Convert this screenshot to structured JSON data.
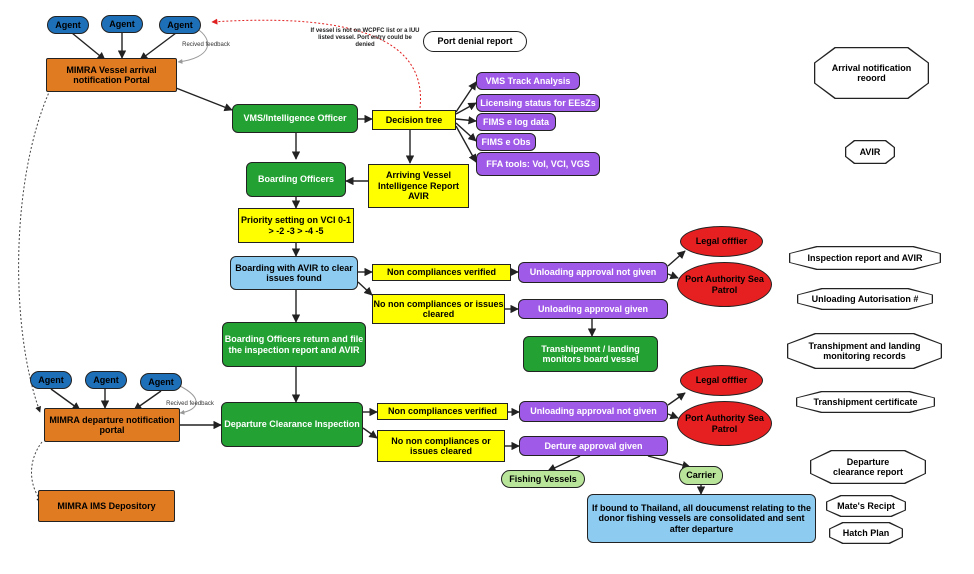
{
  "nodes": {
    "agent_a1": "Agent",
    "agent_a2": "Agent",
    "agent_a3": "Agent",
    "arrival_portal": "MIMRA Vessel arrival notification Portal",
    "received_feedback_1": "Recived feedback",
    "wcpfc_note": "If vessel is not on WCPFC list or a IUU listed vessel. Port entry could be denied",
    "port_denial": "Port denial report",
    "vms_officer": "VMS/Intelligence Officer",
    "decision_tree": "Decision tree",
    "vms_track": "VMS Track Analysis",
    "licensing": "Licensing status for EEsZs",
    "fims_log": "FIMS e log data",
    "fims_obs": "FIMS e Obs",
    "ffa_tools": "FFA tools: VoI, VCI, VGS",
    "boarding_officers": "Boarding Officers",
    "arriving_report": "Arriving Vessel Intelligence Report AVIR",
    "priority": "Priority setting on VCI 0-1 > -2 -3 > -4 -5",
    "boarding_avir": "Boarding with AVIR to clear issues found",
    "noncomp_verified_1": "Non compliances verified",
    "unloading_not_given_1": "Unloading approval not given",
    "legal_officer_1": "Legal offfier",
    "port_authority_1": "Port Authority Sea Patrol",
    "no_noncomp_1": "No non compliances or issues cleared",
    "unloading_given": "Unloading approval given",
    "transhipment_monitors": "Transhipemnt / landing monitors board vessel",
    "boarding_return": "Boarding Officers return and file the inspection report and AVIR",
    "agent_b1": "Agent",
    "agent_b2": "Agent",
    "agent_b3": "Agent",
    "received_feedback_2": "Recived feedback",
    "departure_portal": "MIMRA departure notification portal",
    "departure_clearance": "Departure Clearance Inspection",
    "noncomp_verified_2": "Non compliances verified",
    "unloading_not_given_2": "Unloading approval not given",
    "legal_officer_2": "Legal offfier",
    "port_authority_2": "Port Authority Sea Patrol",
    "no_noncomp_2": "No non compliances or issues cleared",
    "derture_given": "Derture approval given",
    "fishing_vessels": "Fishing Vessels",
    "carrier": "Carrier",
    "thailand": "If bound to Thailand, all doucumenst relating to the donor fishing vessels are consolidated and sent after departure",
    "ims_depository": "MIMRA IMS Depository",
    "doc_arrival_record": "Arrival notification reoord",
    "doc_avir": "AVIR",
    "doc_inspection": "Inspection report and AVIR",
    "doc_unloading": "Unloading Autorisation #",
    "doc_tranship_records": "Transhipment and landing monitoring records",
    "doc_tranship_cert": "Transhipment certificate",
    "doc_departure": "Departure clearance report",
    "doc_mates": "Mate's Recipt",
    "doc_hatch": "Hatch Plan"
  },
  "colors": {
    "green": "#23a233",
    "yellow": "#ffff00",
    "purple": "#a05ae8",
    "orange": "#e07b22",
    "agent_blue": "#1d6fb8",
    "light_blue": "#8ecbf0",
    "red": "#e62020",
    "light_green": "#b8e59a",
    "denial_arrow": "#e02020"
  }
}
